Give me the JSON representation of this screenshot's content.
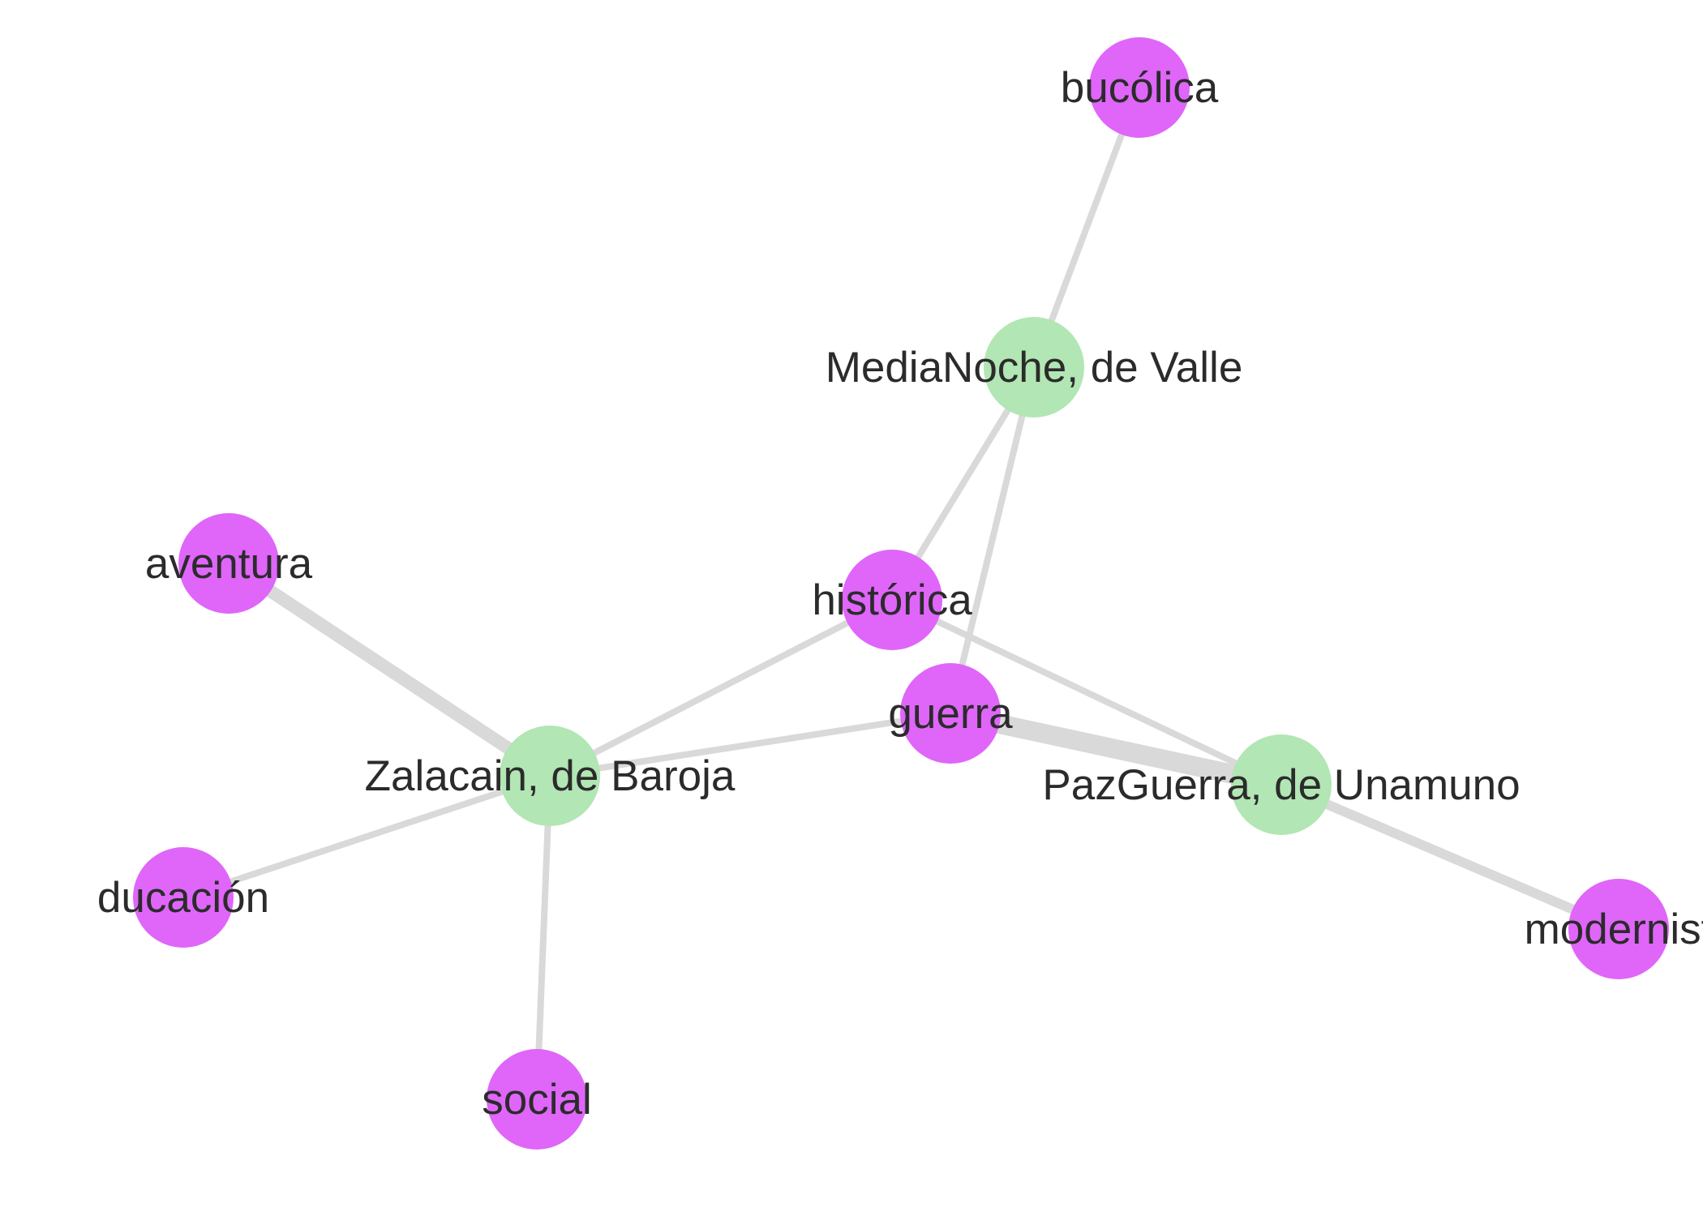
{
  "graph": {
    "colors": {
      "book": "#b2e6b4",
      "genre": "#df66f9",
      "edge": "#d9d9d9",
      "label": "#2b2b2b",
      "background": "#ffffff"
    },
    "nodes": [
      {
        "id": "bucolica",
        "label": "bucólica",
        "kind": "genre"
      },
      {
        "id": "medianoche",
        "label": "MediaNoche, de Valle",
        "kind": "book"
      },
      {
        "id": "aventura",
        "label": "aventura",
        "kind": "genre"
      },
      {
        "id": "historica",
        "label": "histórica",
        "kind": "genre"
      },
      {
        "id": "guerra",
        "label": "guerra",
        "kind": "genre"
      },
      {
        "id": "zalacain",
        "label": "Zalacain, de Baroja",
        "kind": "book"
      },
      {
        "id": "pazguerra",
        "label": "PazGuerra, de Unamuno",
        "kind": "book"
      },
      {
        "id": "educacion",
        "label": "ducación",
        "kind": "genre"
      },
      {
        "id": "modernista",
        "label": "modernist",
        "kind": "genre"
      },
      {
        "id": "social",
        "label": "social",
        "kind": "genre"
      }
    ],
    "edges": [
      {
        "source": "medianoche",
        "target": "bucolica",
        "weight": 1
      },
      {
        "source": "medianoche",
        "target": "historica",
        "weight": 1
      },
      {
        "source": "medianoche",
        "target": "guerra",
        "weight": 1
      },
      {
        "source": "zalacain",
        "target": "aventura",
        "weight": 3
      },
      {
        "source": "zalacain",
        "target": "historica",
        "weight": 1
      },
      {
        "source": "zalacain",
        "target": "guerra",
        "weight": 1
      },
      {
        "source": "zalacain",
        "target": "educacion",
        "weight": 1
      },
      {
        "source": "zalacain",
        "target": "social",
        "weight": 1
      },
      {
        "source": "pazguerra",
        "target": "historica",
        "weight": 1
      },
      {
        "source": "pazguerra",
        "target": "guerra",
        "weight": 5
      },
      {
        "source": "pazguerra",
        "target": "modernista",
        "weight": 2
      }
    ]
  }
}
